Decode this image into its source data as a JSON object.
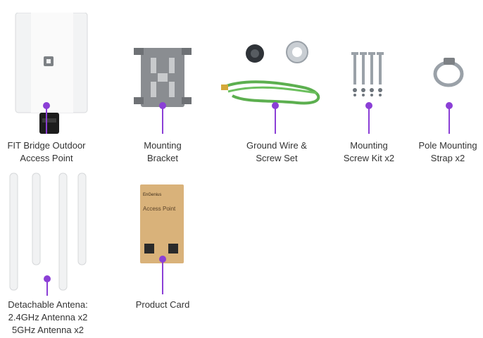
{
  "accent": "#8b3fd6",
  "items": [
    {
      "icon": "outdoor-access-point-icon",
      "lines": [
        "FIT Bridge Outdoor",
        "Access Point"
      ]
    },
    {
      "icon": "mounting-bracket-icon",
      "lines": [
        "Mounting",
        "Bracket"
      ]
    },
    {
      "icon": "ground-wire-icon",
      "lines": [
        "Ground Wire &",
        "Screw Set"
      ]
    },
    {
      "icon": "screw-kit-icon",
      "lines": [
        "Mounting",
        "Screw Kit x2"
      ]
    },
    {
      "icon": "pole-strap-icon",
      "lines": [
        "Pole Mounting",
        "Strap x2"
      ]
    },
    {
      "icon": "antenna-icon",
      "lines": [
        "Detachable Antena:",
        "2.4GHz Antenna x2",
        "5GHz Antenna x2"
      ]
    },
    {
      "icon": "product-card-icon",
      "lines": [
        "Product Card"
      ]
    }
  ],
  "card": {
    "brand": "EnGenius",
    "title": "Access Point"
  }
}
